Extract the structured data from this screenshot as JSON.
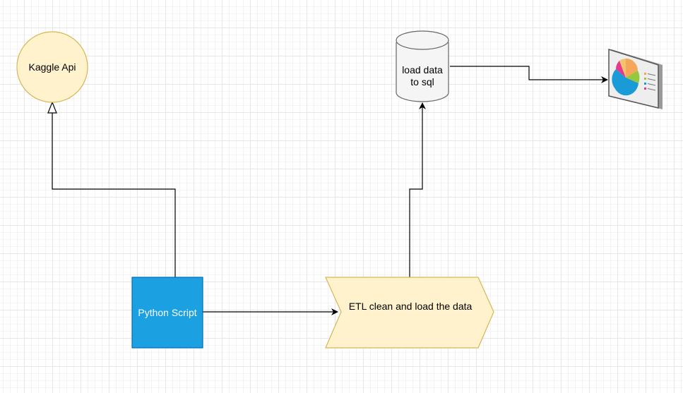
{
  "nodes": {
    "kaggle": {
      "label": "Kaggle Api"
    },
    "python": {
      "label": "Python Script"
    },
    "etl": {
      "label": "ETL clean and load the data"
    },
    "db": {
      "label_line1": "load data",
      "label_line2": "to sql"
    }
  },
  "icons": {
    "dashboard": "dashboard-chart-icon"
  },
  "colors": {
    "yellow_fill": "#fff2cc",
    "yellow_stroke": "#d6b656",
    "blue_fill": "#1ba1e2",
    "blue_stroke": "#006eaf",
    "db_fill": "#f5f5f5",
    "db_stroke": "#666666"
  }
}
